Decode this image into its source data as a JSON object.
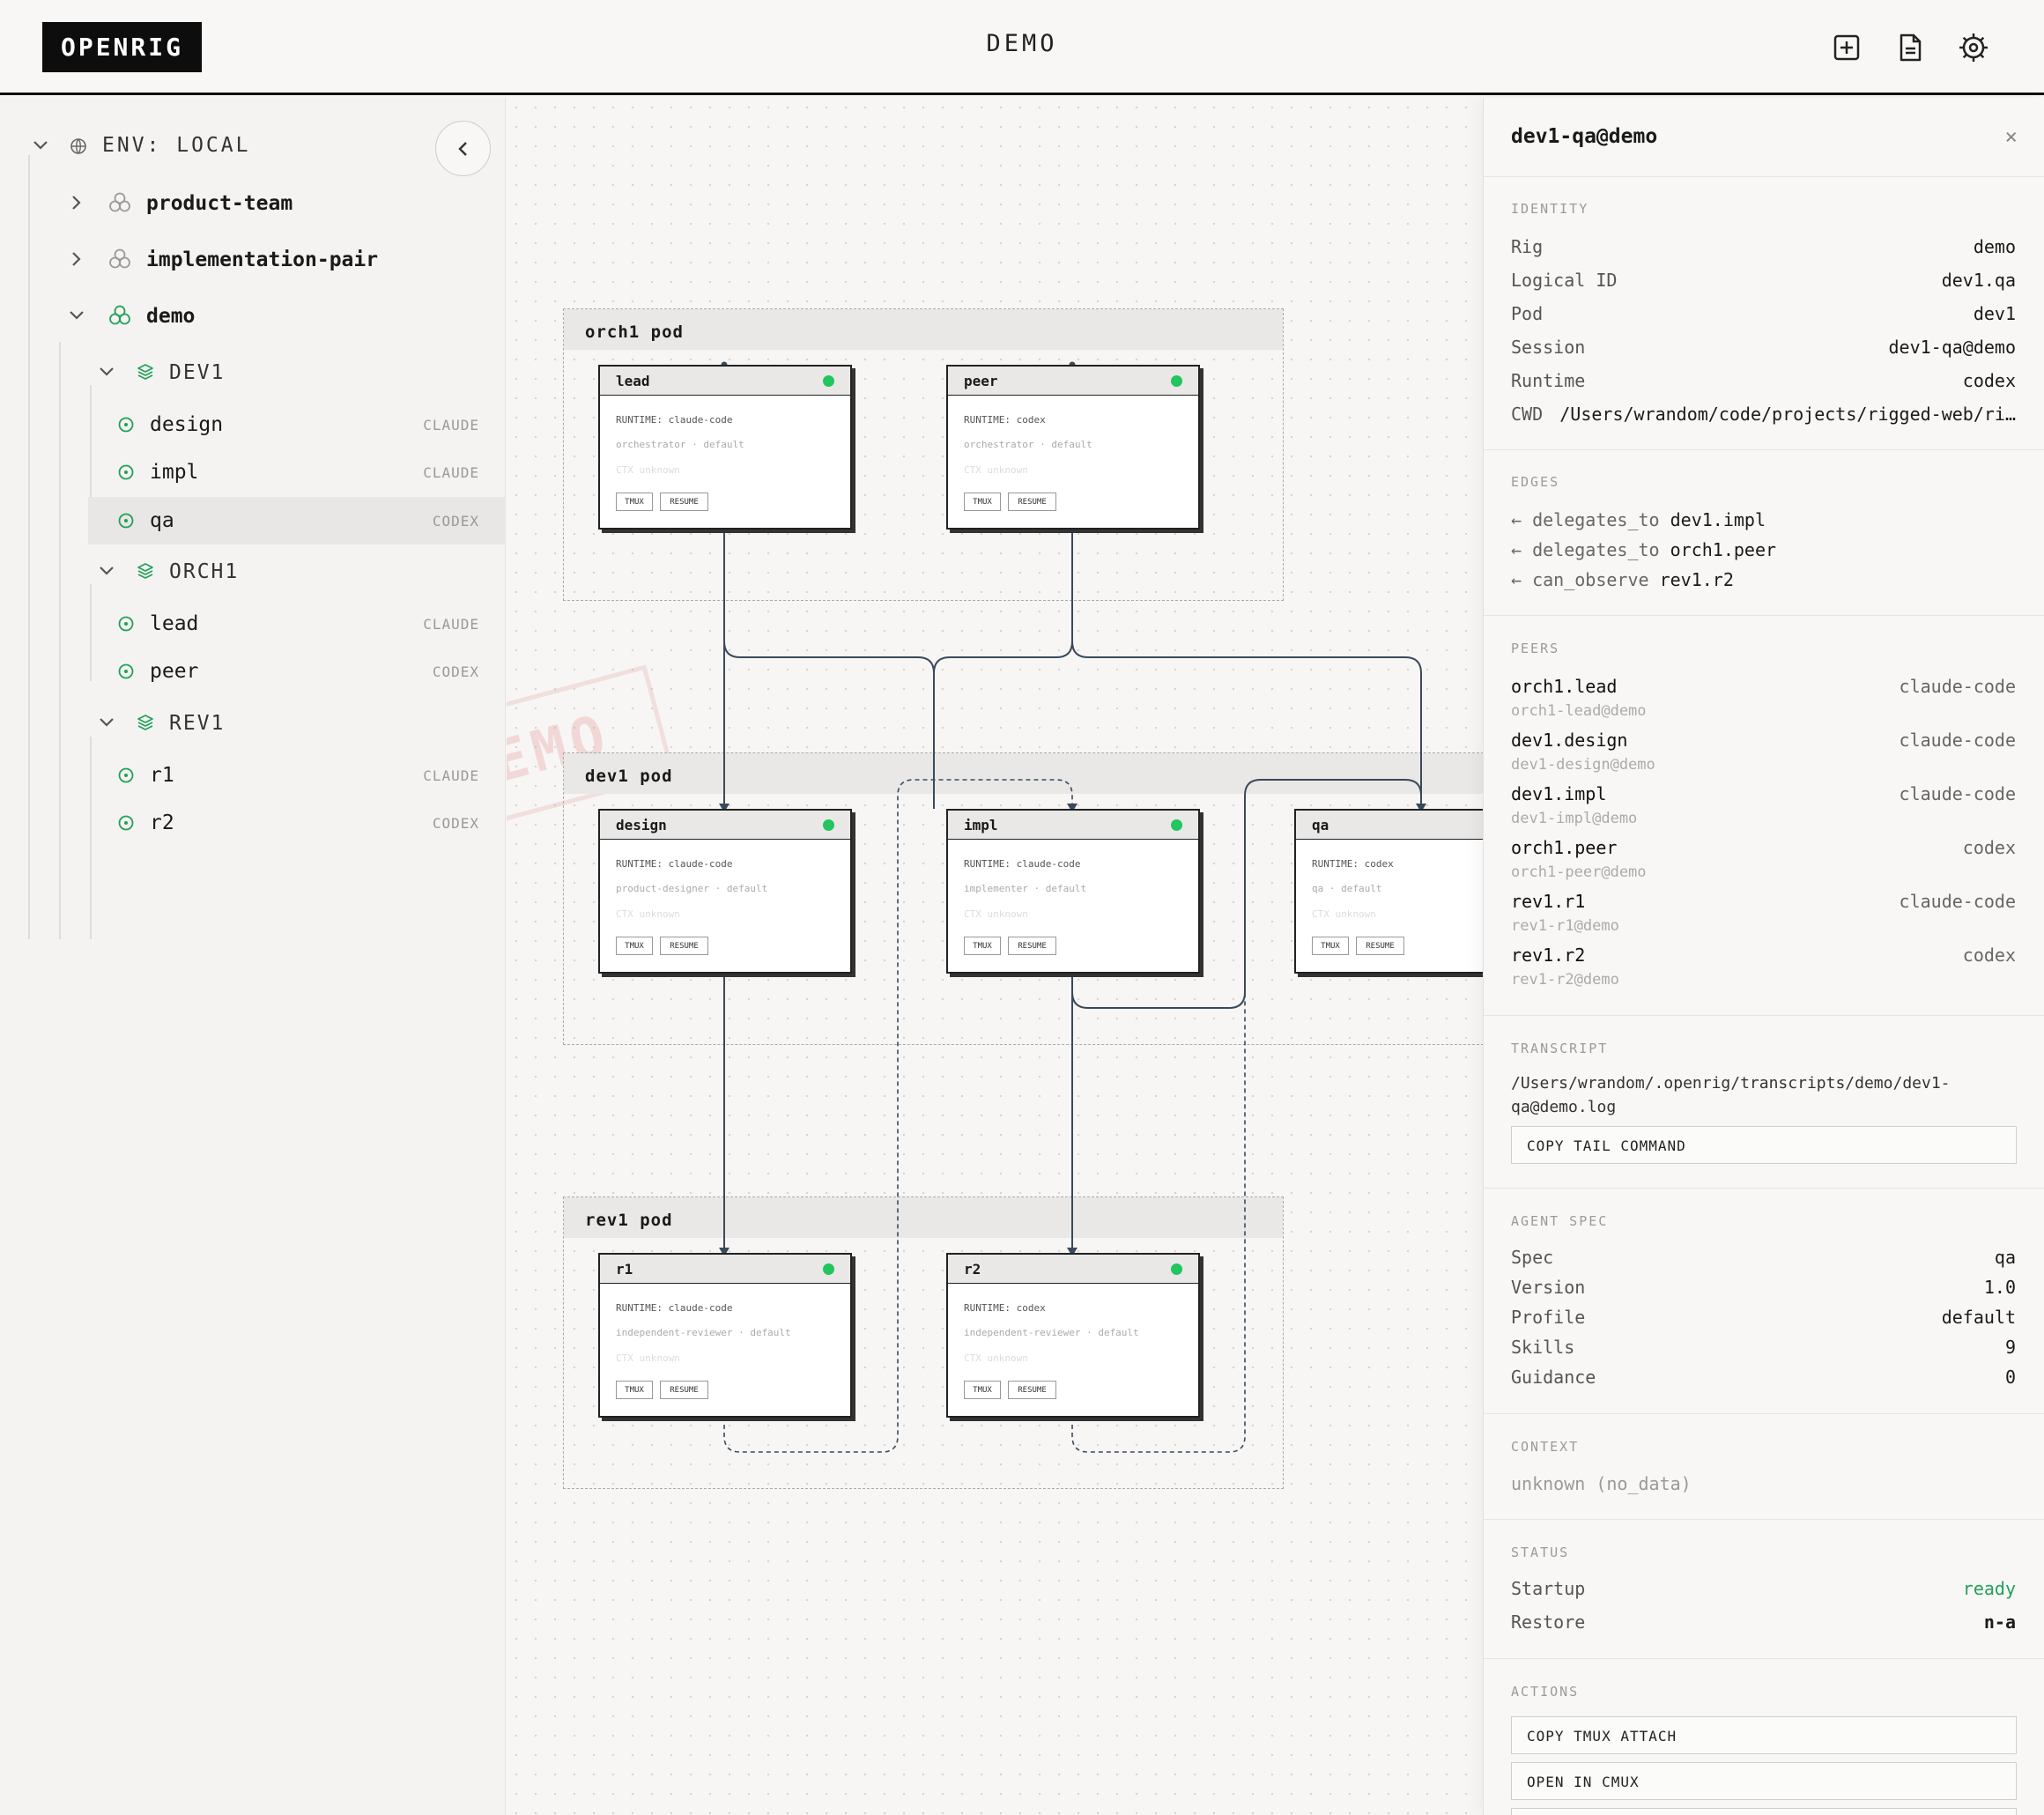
{
  "header": {
    "logo": "OPENRIG",
    "title": "DEMO",
    "icons": [
      "add-square-icon",
      "document-icon",
      "settings-icon"
    ]
  },
  "sidebar": {
    "env_label": "ENV: LOCAL",
    "rigs": [
      {
        "name": "product-team"
      },
      {
        "name": "implementation-pair"
      },
      {
        "name": "demo"
      }
    ],
    "pods": [
      {
        "name": "DEV1",
        "members": [
          {
            "name": "design",
            "runtime": "CLAUDE"
          },
          {
            "name": "impl",
            "runtime": "CLAUDE"
          },
          {
            "name": "qa",
            "runtime": "CODEX"
          }
        ]
      },
      {
        "name": "ORCH1",
        "members": [
          {
            "name": "lead",
            "runtime": "CLAUDE"
          },
          {
            "name": "peer",
            "runtime": "CODEX"
          }
        ]
      },
      {
        "name": "REV1",
        "members": [
          {
            "name": "r1",
            "runtime": "CLAUDE"
          },
          {
            "name": "r2",
            "runtime": "CODEX"
          }
        ]
      }
    ]
  },
  "canvas": {
    "watermark": "DEMO",
    "pods": [
      {
        "label": "orch1 pod"
      },
      {
        "label": "dev1 pod"
      },
      {
        "label": "rev1 pod"
      }
    ],
    "nodes": [
      {
        "name": "lead",
        "runtime": "RUNTIME: claude-code",
        "role": "orchestrator · default",
        "ctx": "CTX unknown",
        "btn1": "TMUX",
        "btn2": "RESUME"
      },
      {
        "name": "peer",
        "runtime": "RUNTIME: codex",
        "role": "orchestrator · default",
        "ctx": "CTX unknown",
        "btn1": "TMUX",
        "btn2": "RESUME"
      },
      {
        "name": "design",
        "runtime": "RUNTIME: claude-code",
        "role": "product-designer · default",
        "ctx": "CTX unknown",
        "btn1": "TMUX",
        "btn2": "RESUME"
      },
      {
        "name": "impl",
        "runtime": "RUNTIME: claude-code",
        "role": "implementer · default",
        "ctx": "CTX unknown",
        "btn1": "TMUX",
        "btn2": "RESUME"
      },
      {
        "name": "qa",
        "runtime": "RUNTIME: codex",
        "role": "qa · default",
        "ctx": "CTX unknown",
        "btn1": "TMUX",
        "btn2": "RESUME"
      },
      {
        "name": "r1",
        "runtime": "RUNTIME: claude-code",
        "role": "independent-reviewer · default",
        "ctx": "CTX unknown",
        "btn1": "TMUX",
        "btn2": "RESUME"
      },
      {
        "name": "r2",
        "runtime": "RUNTIME: codex",
        "role": "independent-reviewer · default",
        "ctx": "CTX unknown",
        "btn1": "TMUX",
        "btn2": "RESUME"
      }
    ]
  },
  "panel": {
    "title": "dev1-qa@demo",
    "identity": {
      "label": "IDENTITY",
      "rows": [
        {
          "k": "Rig",
          "v": "demo"
        },
        {
          "k": "Logical ID",
          "v": "dev1.qa"
        },
        {
          "k": "Pod",
          "v": "dev1"
        },
        {
          "k": "Session",
          "v": "dev1-qa@demo"
        },
        {
          "k": "Runtime",
          "v": "codex"
        },
        {
          "k": "CWD",
          "v": "/Users/wrandom/code/projects/rigged-web/ri…"
        }
      ]
    },
    "edges": {
      "label": "EDGES",
      "items": [
        {
          "kind": "← delegates_to",
          "target": "dev1.impl"
        },
        {
          "kind": "← delegates_to",
          "target": "orch1.peer"
        },
        {
          "kind": "← can_observe",
          "target": "rev1.r2"
        }
      ]
    },
    "peers": {
      "label": "PEERS",
      "items": [
        {
          "name": "orch1.lead",
          "session": "orch1-lead@demo",
          "runtime": "claude-code"
        },
        {
          "name": "dev1.design",
          "session": "dev1-design@demo",
          "runtime": "claude-code"
        },
        {
          "name": "dev1.impl",
          "session": "dev1-impl@demo",
          "runtime": "claude-code"
        },
        {
          "name": "orch1.peer",
          "session": "orch1-peer@demo",
          "runtime": "codex"
        },
        {
          "name": "rev1.r1",
          "session": "rev1-r1@demo",
          "runtime": "claude-code"
        },
        {
          "name": "rev1.r2",
          "session": "rev1-r2@demo",
          "runtime": "codex"
        }
      ]
    },
    "transcript": {
      "label": "TRANSCRIPT",
      "path_line1": "/Users/wrandom/.openrig/transcripts/demo/dev1-",
      "path_line2": "qa@demo.log",
      "button": "COPY TAIL COMMAND"
    },
    "agent_spec": {
      "label": "AGENT SPEC",
      "rows": [
        {
          "k": "Spec",
          "v": "qa"
        },
        {
          "k": "Version",
          "v": "1.0"
        },
        {
          "k": "Profile",
          "v": "default"
        },
        {
          "k": "Skills",
          "v": "9"
        },
        {
          "k": "Guidance",
          "v": "0"
        }
      ]
    },
    "context": {
      "label": "CONTEXT",
      "value": "unknown (no_data)"
    },
    "status": {
      "label": "STATUS",
      "rows": [
        {
          "k": "Startup",
          "v": "ready"
        },
        {
          "k": "Restore",
          "v": "n-a"
        }
      ],
      "ready_color": "#22a05a"
    },
    "actions": {
      "label": "ACTIONS",
      "buttons": [
        "COPY TMUX ATTACH",
        "OPEN IN CMUX"
      ]
    }
  },
  "colors": {
    "accent_green": "#22c55e",
    "edge_line": "#3a4a5c"
  }
}
